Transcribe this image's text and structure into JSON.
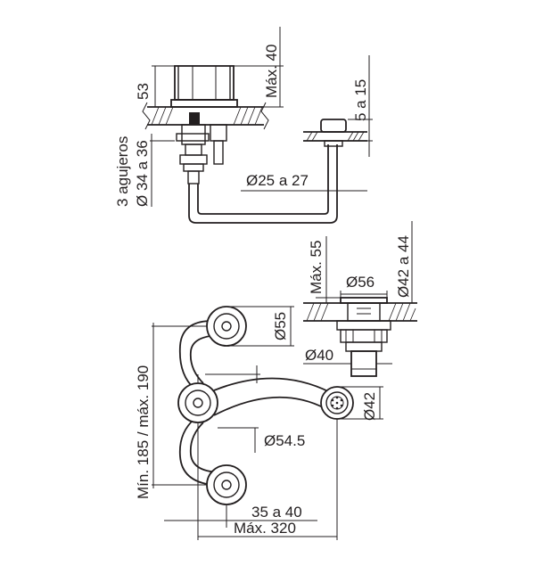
{
  "dimensions": {
    "height_53": "53",
    "max_40": "Máx. 40",
    "range_5_15": "5 a 15",
    "holes": "3 agujeros",
    "hole_diameter": "Ø 34 a 36",
    "pipe_diameter": "Ø25 a 27",
    "max_55": "Máx. 55",
    "d56": "Ø56",
    "d42_44": "Ø42 a 44",
    "d55": "Ø55",
    "d40": "Ø40",
    "d42": "Ø42",
    "range_185_190": "Mín. 185 / máx. 190",
    "d54_5": "Ø54.5",
    "range_35_40": "35 a 40",
    "max_320": "Máx. 320"
  }
}
